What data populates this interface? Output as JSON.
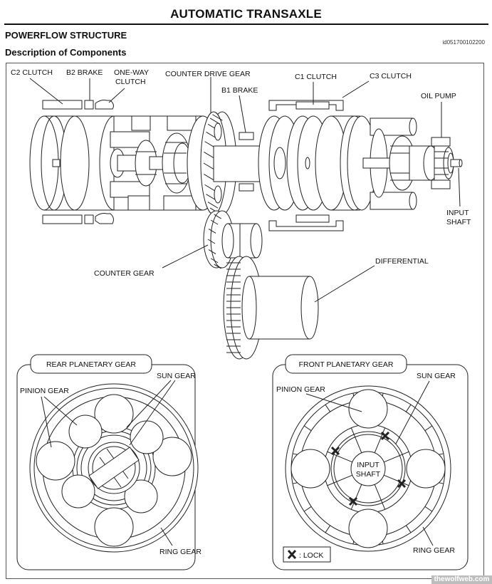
{
  "header": {
    "title": "AUTOMATIC TRANSAXLE",
    "section": "POWERFLOW STRUCTURE",
    "subsection": "Description of Components",
    "doc_id": "id051700102200"
  },
  "main_diagram": {
    "labels": {
      "c2_clutch": "C2 CLUTCH",
      "b2_brake": "B2 BRAKE",
      "one_way_clutch_1": "ONE-WAY",
      "one_way_clutch_2": "CLUTCH",
      "counter_drive_gear": "COUNTER DRIVE GEAR",
      "b1_brake": "B1  BRAKE",
      "c1_clutch": "C1 CLUTCH",
      "c3_clutch": "C3 CLUTCH",
      "oil_pump": "OIL PUMP",
      "input_shaft_1": "INPUT",
      "input_shaft_2": "SHAFT",
      "counter_gear": "COUNTER GEAR",
      "differential": "DIFFERENTIAL"
    }
  },
  "rear_planetary": {
    "title": "REAR PLANETARY GEAR",
    "pinion_gear": "PINION GEAR",
    "sun_gear": "SUN GEAR",
    "ring_gear": "RING GEAR"
  },
  "front_planetary": {
    "title": "FRONT PLANETARY GEAR",
    "pinion_gear": "PINION GEAR",
    "sun_gear": "SUN GEAR",
    "ring_gear": "RING GEAR",
    "input_shaft_1": "INPUT",
    "input_shaft_2": "SHAFT",
    "legend_label": ": LOCK",
    "legend_icon": "x-lock-icon"
  },
  "watermark": "thewolfweb.com"
}
